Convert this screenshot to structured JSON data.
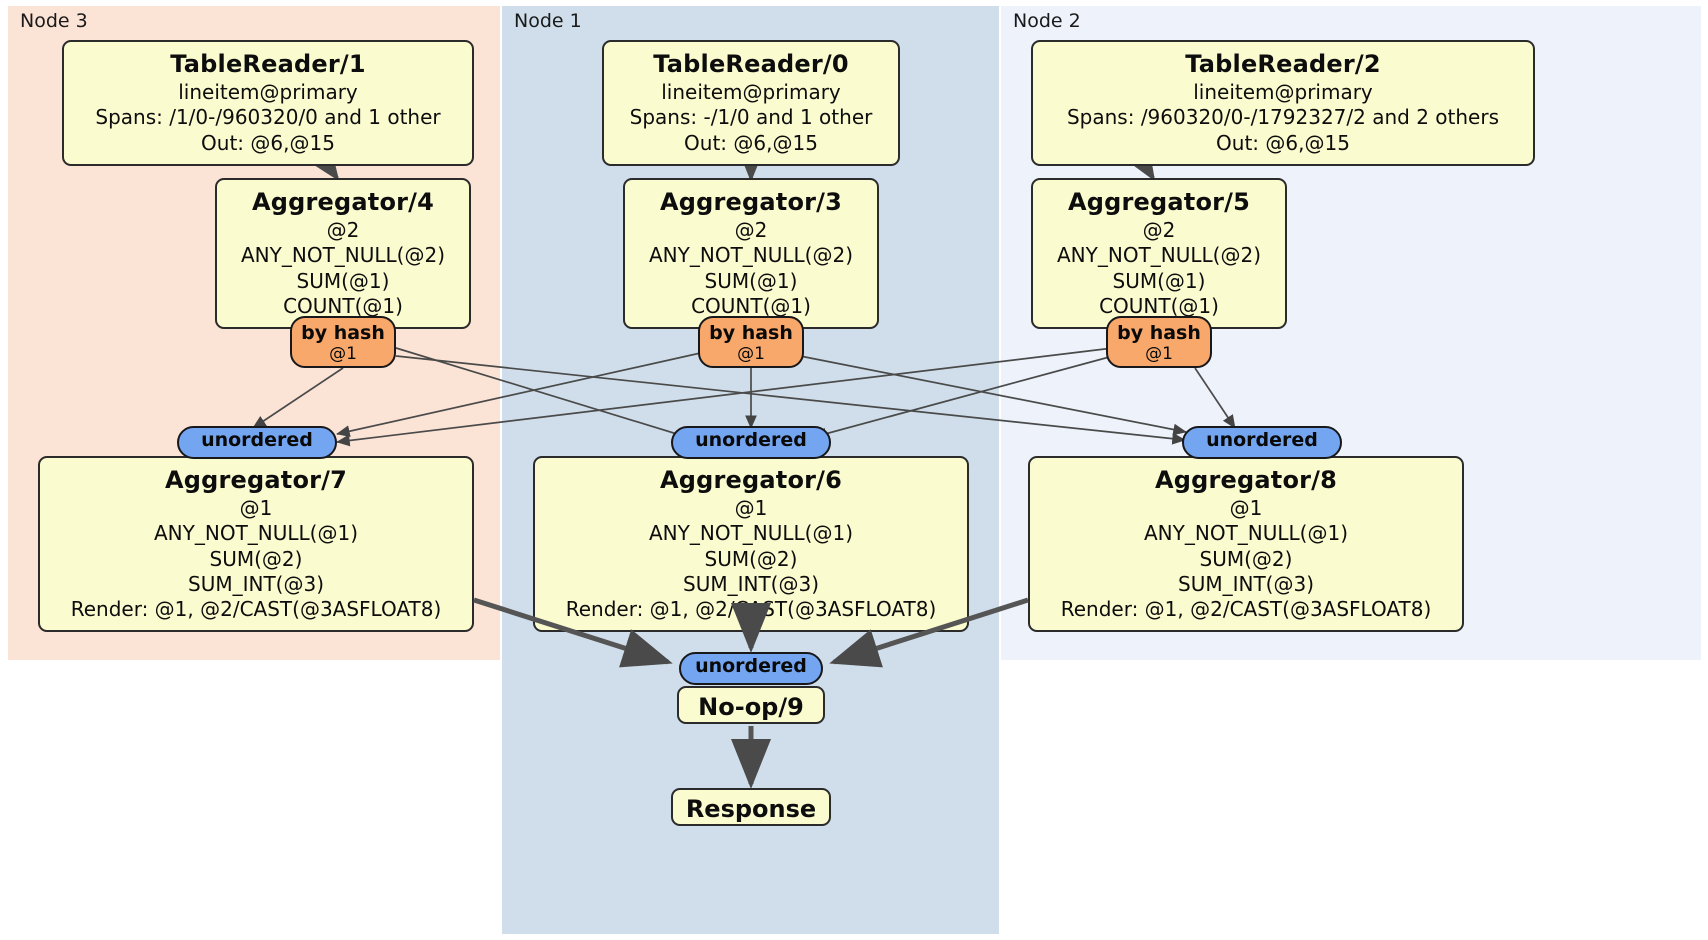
{
  "diagram": {
    "type": "distributed-query-plan",
    "colors": {
      "node3_panel": "#fbe3d6",
      "node1_panel": "#cfdeea",
      "node2_panel": "#edf2fb",
      "processor_fill": "#fbfbd0",
      "processor_border": "#2b2b2b",
      "hash_router_fill": "#f7a86a",
      "unordered_synchronizer_fill": "#74a5f0",
      "edge_stroke": "#4a4a4a"
    }
  },
  "nodes": [
    {
      "id": "node3",
      "label": "Node 3"
    },
    {
      "id": "node1",
      "label": "Node 1"
    },
    {
      "id": "node2",
      "label": "Node 2"
    }
  ],
  "processors": {
    "table_reader_1": {
      "title": "TableReader/1",
      "lines": [
        "lineitem@primary",
        "Spans: /1/0-/960320/0 and 1 other",
        "Out: @6,@15"
      ]
    },
    "table_reader_0": {
      "title": "TableReader/0",
      "lines": [
        "lineitem@primary",
        "Spans: -/1/0 and 1 other",
        "Out: @6,@15"
      ]
    },
    "table_reader_2": {
      "title": "TableReader/2",
      "lines": [
        "lineitem@primary",
        "Spans: /960320/0-/1792327/2 and 2 others",
        "Out: @6,@15"
      ]
    },
    "aggregator_4": {
      "title": "Aggregator/4",
      "lines": [
        "@2",
        "ANY_NOT_NULL(@2)",
        "SUM(@1)",
        "COUNT(@1)"
      ]
    },
    "aggregator_3": {
      "title": "Aggregator/3",
      "lines": [
        "@2",
        "ANY_NOT_NULL(@2)",
        "SUM(@1)",
        "COUNT(@1)"
      ]
    },
    "aggregator_5": {
      "title": "Aggregator/5",
      "lines": [
        "@2",
        "ANY_NOT_NULL(@2)",
        "SUM(@1)",
        "COUNT(@1)"
      ]
    },
    "aggregator_7": {
      "title": "Aggregator/7",
      "lines": [
        "@1",
        "ANY_NOT_NULL(@1)",
        "SUM(@2)",
        "SUM_INT(@3)",
        "Render: @1, @2/CAST(@3ASFLOAT8)"
      ]
    },
    "aggregator_6": {
      "title": "Aggregator/6",
      "lines": [
        "@1",
        "ANY_NOT_NULL(@1)",
        "SUM(@2)",
        "SUM_INT(@3)",
        "Render: @1, @2/CAST(@3ASFLOAT8)"
      ]
    },
    "aggregator_8": {
      "title": "Aggregator/8",
      "lines": [
        "@1",
        "ANY_NOT_NULL(@1)",
        "SUM(@2)",
        "SUM_INT(@3)",
        "Render: @1, @2/CAST(@3ASFLOAT8)"
      ]
    },
    "noop_9": {
      "title": "No-op/9"
    },
    "response": {
      "title": "Response"
    }
  },
  "routers": {
    "hash_left": {
      "label": "by hash",
      "column": "@1"
    },
    "hash_center": {
      "label": "by hash",
      "column": "@1"
    },
    "hash_right": {
      "label": "by hash",
      "column": "@1"
    },
    "unordered_left": {
      "label": "unordered"
    },
    "unordered_center": {
      "label": "unordered"
    },
    "unordered_right": {
      "label": "unordered"
    },
    "unordered_final": {
      "label": "unordered"
    }
  }
}
